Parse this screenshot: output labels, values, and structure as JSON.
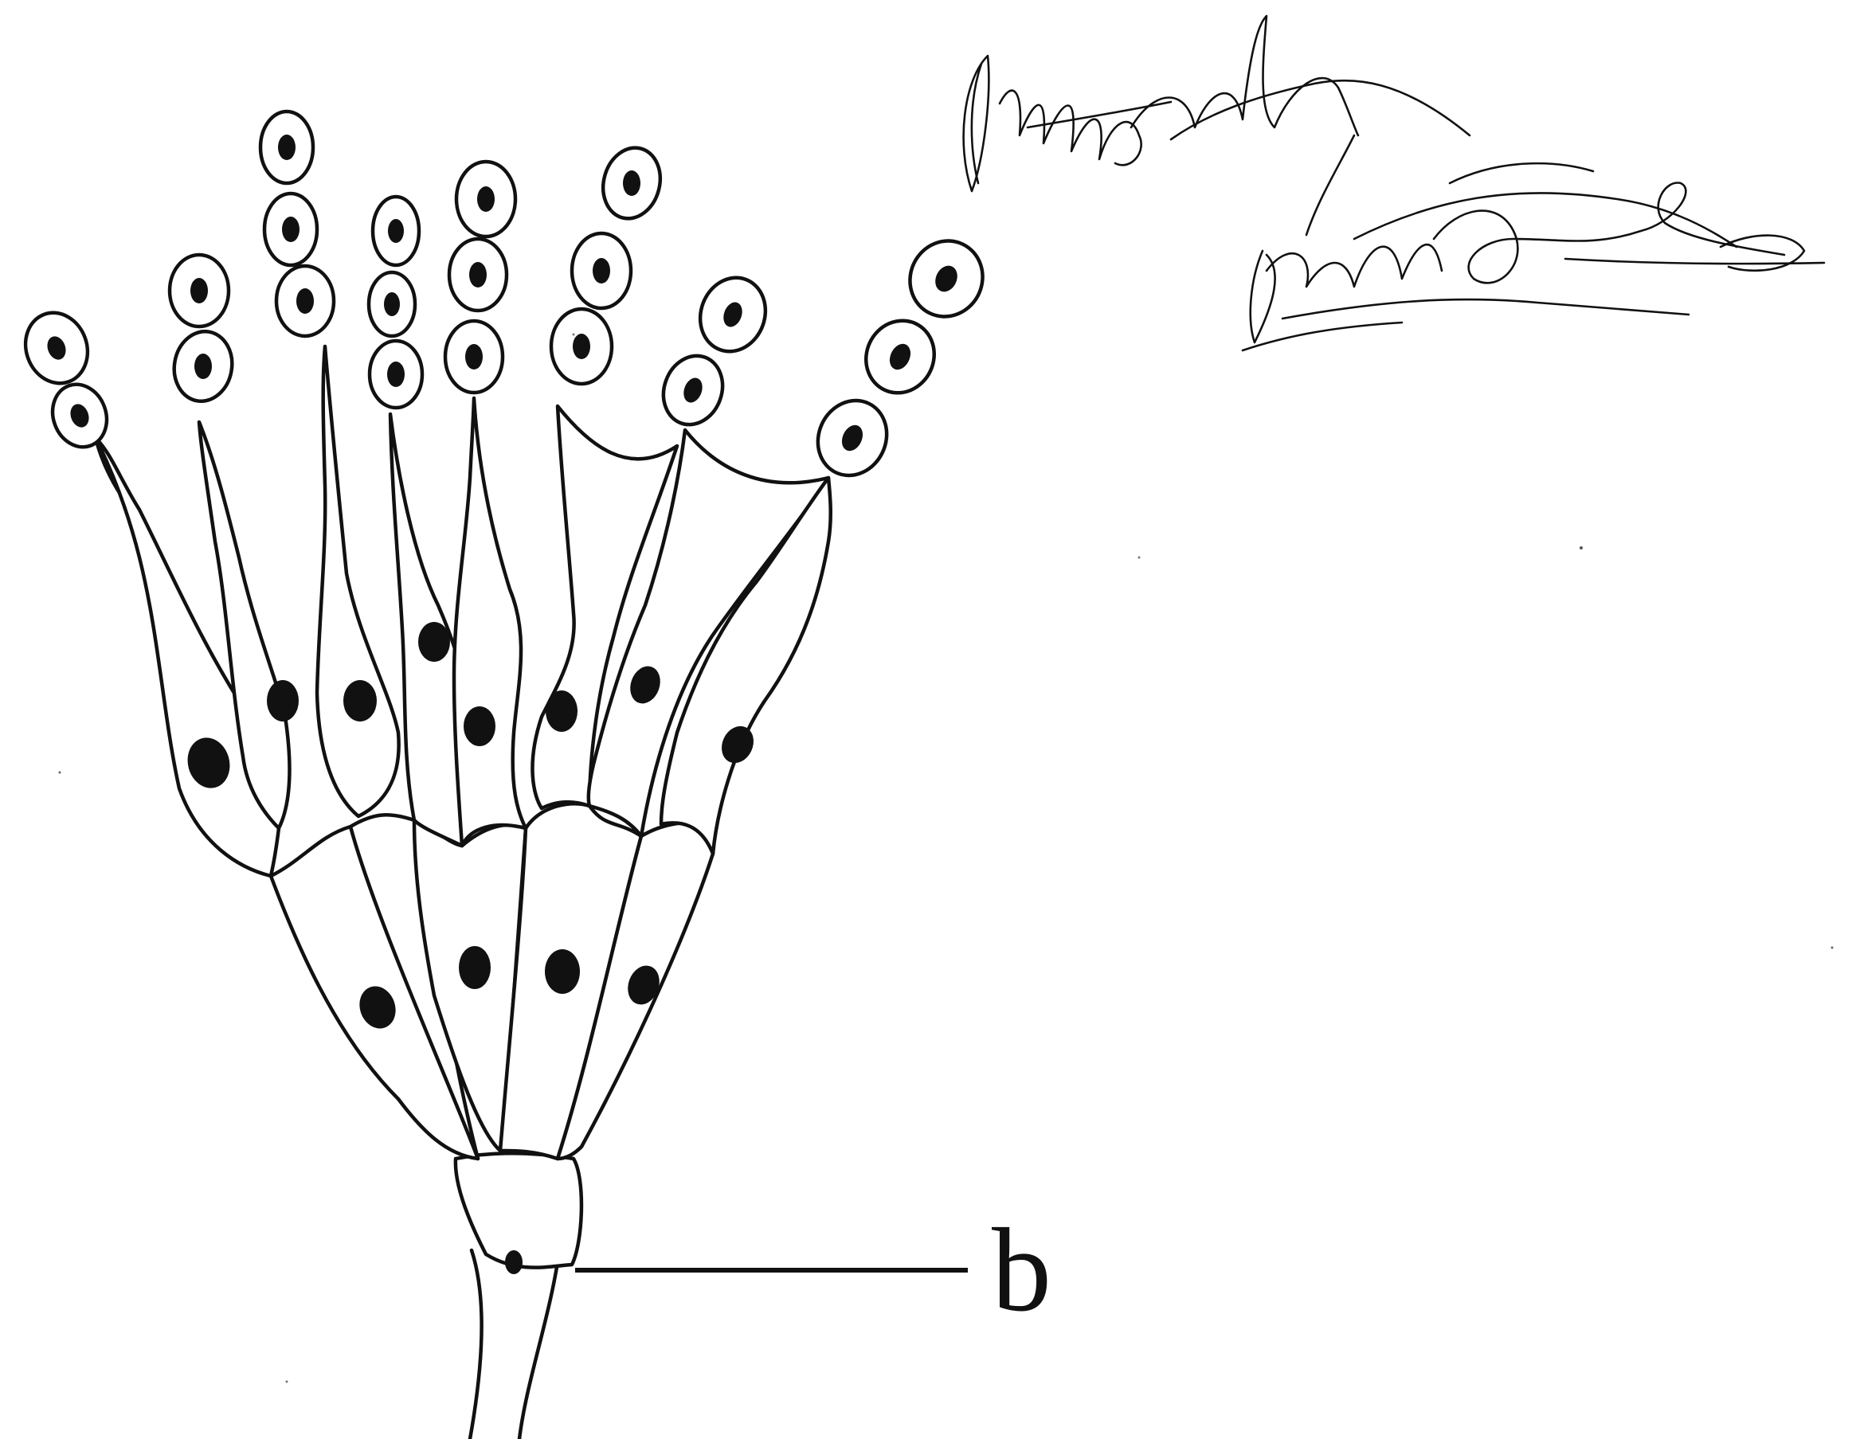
{
  "diagram": {
    "labels": [
      {
        "id": "b",
        "text": "b",
        "target": "basal-cell"
      }
    ]
  }
}
